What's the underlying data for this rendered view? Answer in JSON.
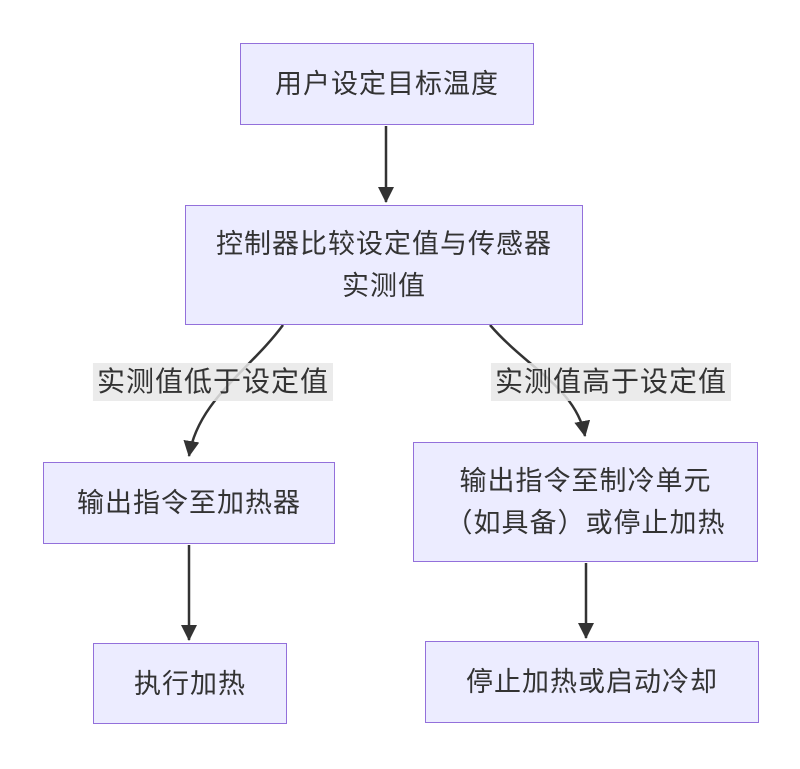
{
  "diagram": {
    "type": "flowchart",
    "direction": "top-down",
    "nodes": [
      {
        "id": "set-target-temp",
        "lines": [
          "用户设定目标温度"
        ]
      },
      {
        "id": "compare-values",
        "lines": [
          "控制器比较设定值与传感器",
          "实测值"
        ]
      },
      {
        "id": "command-heater",
        "lines": [
          "输出指令至加热器"
        ]
      },
      {
        "id": "command-cooler",
        "lines": [
          "输出指令至制冷单元",
          "（如具备）或停止加热"
        ]
      },
      {
        "id": "do-heating",
        "lines": [
          "执行加热"
        ]
      },
      {
        "id": "stop-or-cool",
        "lines": [
          "停止加热或启动冷却"
        ]
      }
    ],
    "edges": [
      {
        "from": "set-target-temp",
        "to": "compare-values",
        "label": ""
      },
      {
        "from": "compare-values",
        "to": "command-heater",
        "label": "实测值低于设定值"
      },
      {
        "from": "compare-values",
        "to": "command-cooler",
        "label": "实测值高于设定值"
      },
      {
        "from": "command-heater",
        "to": "do-heating",
        "label": ""
      },
      {
        "from": "command-cooler",
        "to": "stop-or-cool",
        "label": ""
      }
    ],
    "edge_labels": {
      "below_setpoint": "实测值低于设定值",
      "above_setpoint": "实测值高于设定值"
    },
    "colors": {
      "node_fill": "#ECECFF",
      "node_border": "#9370DB",
      "edge_line": "#333333",
      "edge_label_bg": "#e8e8e8",
      "text": "#333333",
      "background": "#ffffff"
    }
  }
}
